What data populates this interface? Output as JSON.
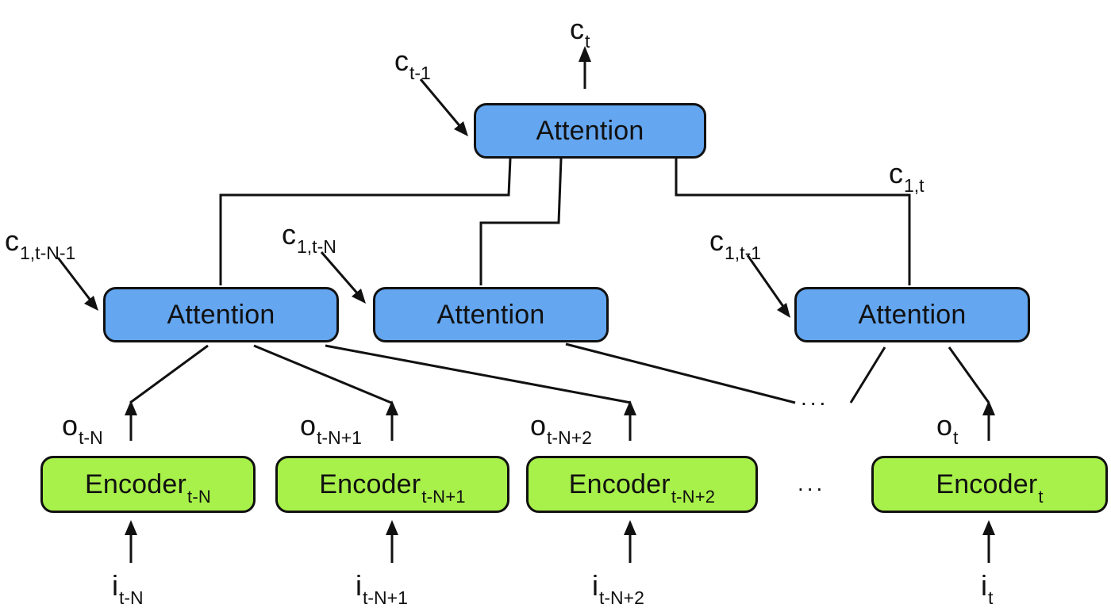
{
  "top_attention": {
    "label": "Attention",
    "output_main": "c",
    "output_sub": "t",
    "prev_main": "c",
    "prev_sub": "t-1"
  },
  "attentions": [
    {
      "label": "Attention",
      "ctx_main": "c",
      "ctx_sub": "1,t-N-1"
    },
    {
      "label": "Attention",
      "ctx_main": "c",
      "ctx_sub": "1,t-N"
    },
    {
      "label": "Attention",
      "ctx_main": "c",
      "ctx_sub": "1,t-1"
    }
  ],
  "top_context_label": {
    "main": "c",
    "sub": "1,t"
  },
  "encoders": [
    {
      "main": "Encoder",
      "sub": "t-N",
      "out_main": "o",
      "out_sub": "t-N",
      "in_main": "i",
      "in_sub": "t-N"
    },
    {
      "main": "Encoder",
      "sub": "t-N+1",
      "out_main": "o",
      "out_sub": "t-N+1",
      "in_main": "i",
      "in_sub": "t-N+1"
    },
    {
      "main": "Encoder",
      "sub": "t-N+2",
      "out_main": "o",
      "out_sub": "t-N+2",
      "in_main": "i",
      "in_sub": "t-N+2"
    },
    {
      "main": "Encoder",
      "sub": "t",
      "out_main": "o",
      "out_sub": "t",
      "in_main": "i",
      "in_sub": "t"
    }
  ],
  "ellipsis": "...",
  "colors": {
    "attention": "#64a6f0",
    "encoder": "#a8f04a",
    "stroke": "#111111"
  }
}
